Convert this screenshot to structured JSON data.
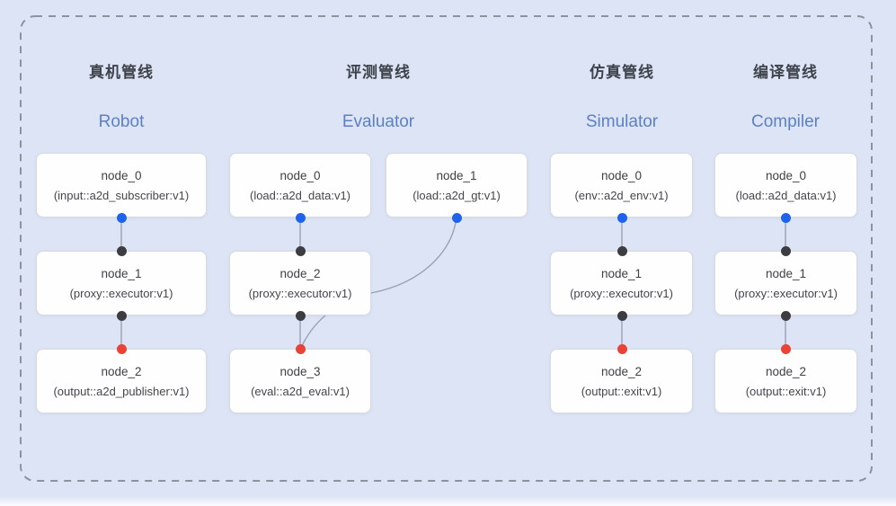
{
  "diagram": {
    "pipelines": [
      {
        "title_zh": "真机管线",
        "title_en": "Robot",
        "nodes": [
          {
            "name": "node_0",
            "type": "(input::a2d_subscriber:v1)"
          },
          {
            "name": "node_1",
            "type": "(proxy::executor:v1)"
          },
          {
            "name": "node_2",
            "type": "(output::a2d_publisher:v1)"
          }
        ]
      },
      {
        "title_zh": "评测管线",
        "title_en": "Evaluator",
        "nodes": [
          {
            "name": "node_0",
            "type": "(load::a2d_data:v1)"
          },
          {
            "name": "node_1",
            "type": "(load::a2d_gt:v1)"
          },
          {
            "name": "node_2",
            "type": "(proxy::executor:v1)"
          },
          {
            "name": "node_3",
            "type": "(eval::a2d_eval:v1)"
          }
        ]
      },
      {
        "title_zh": "仿真管线",
        "title_en": "Simulator",
        "nodes": [
          {
            "name": "node_0",
            "type": "(env::a2d_env:v1)"
          },
          {
            "name": "node_1",
            "type": "(proxy::executor:v1)"
          },
          {
            "name": "node_2",
            "type": "(output::exit:v1)"
          }
        ]
      },
      {
        "title_zh": "编译管线",
        "title_en": "Compiler",
        "nodes": [
          {
            "name": "node_0",
            "type": "(load::a2d_data:v1)"
          },
          {
            "name": "node_1",
            "type": "(proxy::executor:v1)"
          },
          {
            "name": "node_2",
            "type": "(output::exit:v1)"
          }
        ]
      }
    ],
    "colors": {
      "background": "#dde4f5",
      "dashed_border": "#8d929d",
      "node_background": "#fefefe",
      "node_border": "#d6dae3",
      "node_text": "#3e4046",
      "title_zh_color": "#3e424a",
      "title_en_color": "#5c80c6",
      "edge_line": "#9aa1af",
      "blue_port_dot": "#1e63e9",
      "dark_port_dot": "#3d3d41",
      "red_port_dot": "#ea4335"
    }
  }
}
